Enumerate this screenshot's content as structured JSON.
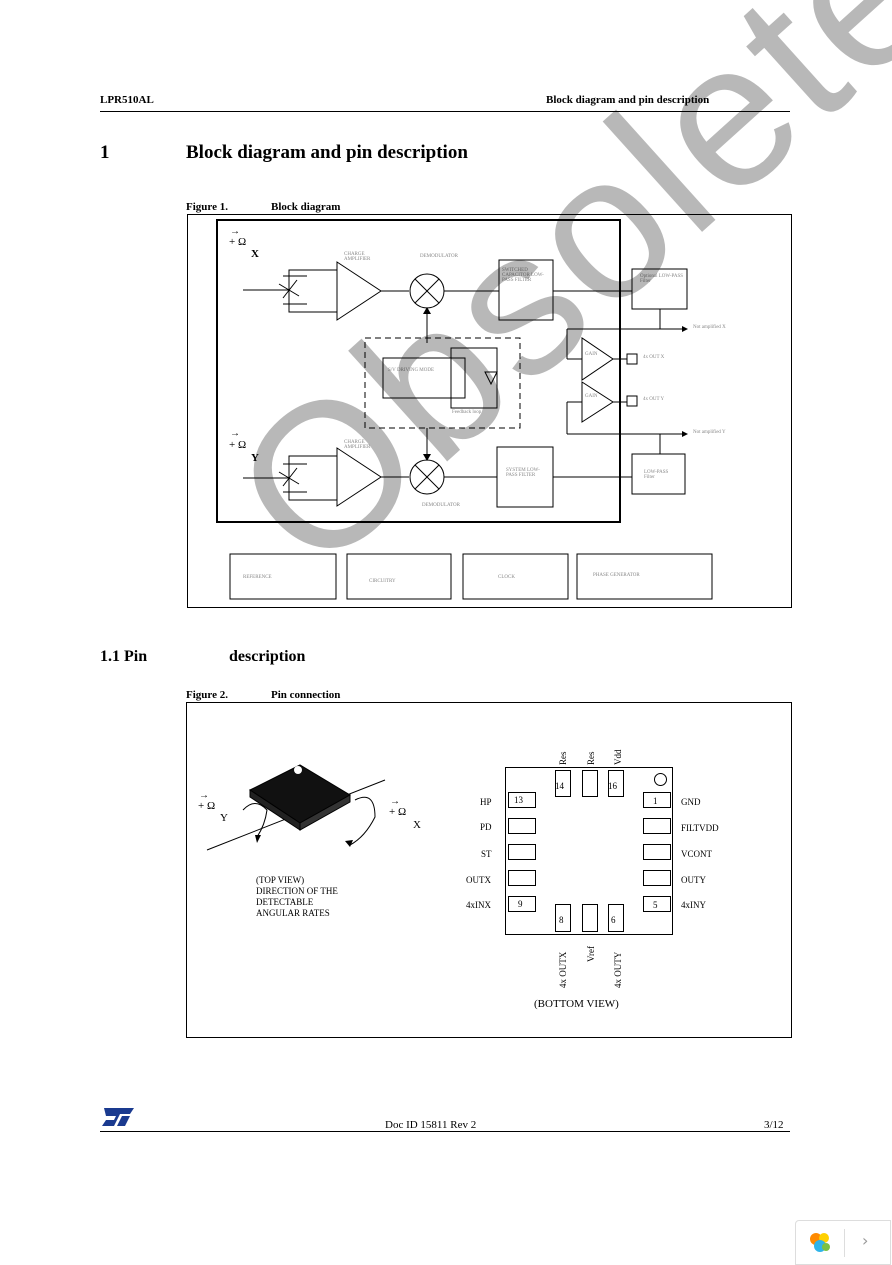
{
  "header": {
    "left": "LPR510AL",
    "right": "Block diagram and pin description"
  },
  "section": {
    "number": "1",
    "title": "Block diagram and pin description"
  },
  "figure1": {
    "caption_number": "Figure 1.",
    "caption_title": "Block diagram",
    "labels": {
      "omega_x": "+ Ω",
      "axis_x": "X",
      "omega_y": "+ Ω",
      "axis_y": "Y",
      "charge_amp_top": "CHARGE AMPLIFIER",
      "demod_top": "DEMODULATOR",
      "switched_cap": "SWITCHED CAPACITOR LOW-PASS FILTER",
      "lowpass_top": "Optional LOW-PASS Filter",
      "drive_circuit": "S/V DRIVING MODE",
      "feedback_loop": "Feedback loop",
      "gain1": "GAIN",
      "gain2": "GAIN",
      "out_x_note": "Not amplified X",
      "out_4x_x": "4x OUT X",
      "out_4y": "4x OUT Y",
      "out_y_note": "Not amplified Y",
      "charge_amp_bot": "CHARGE AMPLIFIER",
      "demod_bot": "DEMODULATOR",
      "switched_cap_bot": "SYSTEM LOW-PASS FILTER",
      "lowpass_bot": "LOW-PASS Filter",
      "reference": "REFERENCE",
      "circuitry": "CIRCUITRY",
      "clock": "CLOCK",
      "phase_generator": "PHASE GENERATOR"
    }
  },
  "subsection": {
    "number": "1.1",
    "title": "Pin description",
    "visible_left": "1.1 Pin",
    "visible_right": "description"
  },
  "figure2": {
    "caption_number": "Figure 2.",
    "caption_title": "Pin connection",
    "omega_left": "+ Ω",
    "axis_y": "Y",
    "omega_right": "+ Ω",
    "axis_x": "X",
    "top_view_note": [
      "(TOP VIEW)",
      "DIRECTION OF THE",
      "DETECTABLE",
      "ANGULAR RATES"
    ],
    "bottom_view": "(BOTTOM VIEW)",
    "top_pins": [
      "Res",
      "Res",
      "Vdd"
    ],
    "bottom_pins": [
      "4x OUTX",
      "Vref",
      "4x OUTY"
    ],
    "left_pins": [
      "HP",
      "PD",
      "ST",
      "OUTX",
      "4xINX"
    ],
    "right_pins": [
      "GND",
      "FILTVDD",
      "VCONT",
      "OUTY",
      "4xINY"
    ],
    "pin_numbers": {
      "p13": "13",
      "p14": "14",
      "p16": "16",
      "p1": "1",
      "p9": "9",
      "p8": "8",
      "p6": "6",
      "p5": "5"
    }
  },
  "watermark": "Obsolete P",
  "footer": {
    "doc_id": "Doc ID 15811 Rev 2",
    "page": "3/12",
    "logo": "ST"
  }
}
